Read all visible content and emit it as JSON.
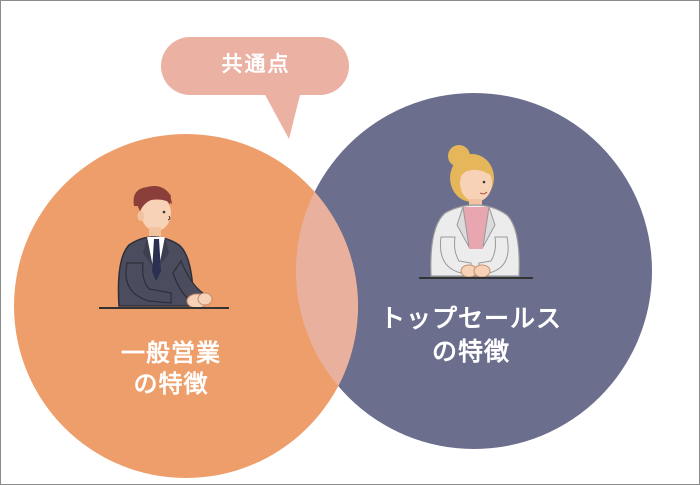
{
  "callout": {
    "text": "共通点"
  },
  "left_circle": {
    "label_line1": "一般営業",
    "label_line2": "の特徴",
    "color": "#EE9E6A"
  },
  "right_circle": {
    "label_line1": "トップセールス",
    "label_line2": "の特徴",
    "color": "#6B6E8D"
  },
  "overlap": {
    "color": "#E9B19D"
  },
  "callout_color": "#EBB1A2",
  "illustrations": {
    "left": "businessman-seated-icon",
    "right": "businesswoman-seated-icon"
  }
}
